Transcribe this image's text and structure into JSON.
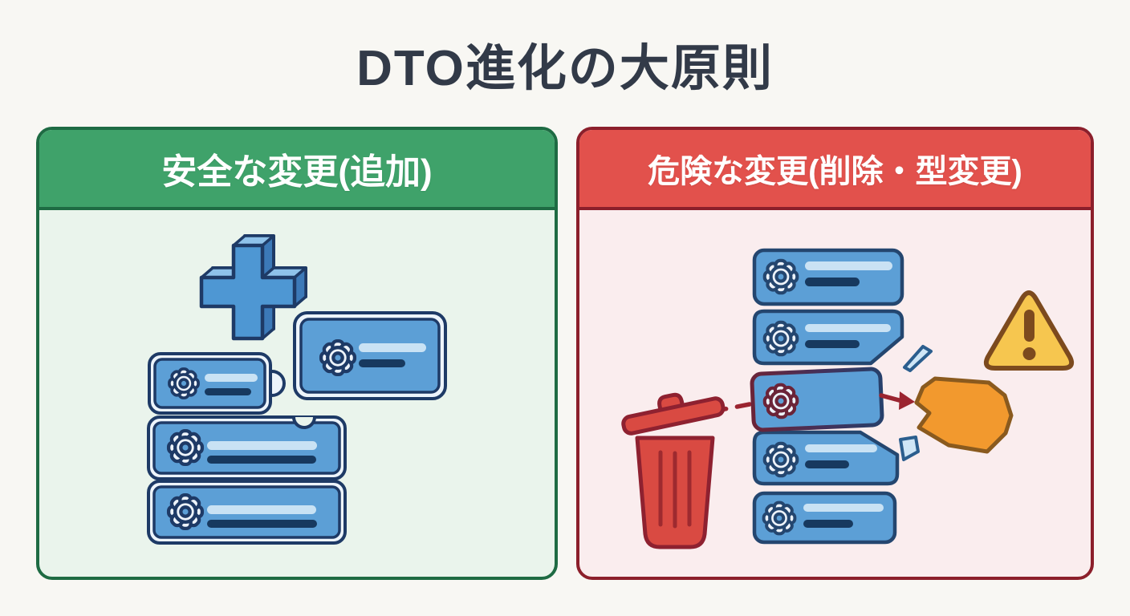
{
  "title": "DTO進化の大原則",
  "panels": {
    "safe": {
      "header": "安全な変更(追加)",
      "theme": "green",
      "icons": [
        "plus-3d-icon",
        "new-field-card",
        "dto-stack-card",
        "gear-icon",
        "puzzle-tab",
        "puzzle-notch"
      ]
    },
    "danger": {
      "header": "危険な変更(削除・型変更)",
      "theme": "red",
      "icons": [
        "trash-icon",
        "dto-stack-card",
        "broken-card",
        "deleted-field-card",
        "delete-dashed-arrow",
        "break-arrow",
        "orange-fragment",
        "warning-triangle-icon",
        "shard"
      ]
    }
  },
  "colors": {
    "page-bg": "#F8F7F3",
    "title-ink": "#323A48",
    "green": "#3FA26A",
    "green-dark": "#1E6B43",
    "green-bg": "#EAF4EC",
    "red": "#E2514C",
    "red-dark": "#8C1F2B",
    "red-bg": "#FAEDEE",
    "card-blue": "#5C9FD6",
    "card-outline": "#24466F",
    "card-frame": "#EDF4FB",
    "field-line-light": "#C9E2F4",
    "field-line-dark": "#17395F",
    "plus-front": "#4E97D3",
    "plus-top": "#8FC2EA",
    "plus-side": "#3C79B8",
    "trash-red": "#D94A42",
    "trash-outline": "#8E2130",
    "warn-yellow": "#F6C64F",
    "warn-brown": "#7C4A1E",
    "fragment-orange": "#F2992E",
    "fragment-outline": "#8A5A1E",
    "arrow-red": "#9B2430",
    "deleted-outline": "#6B2438"
  }
}
